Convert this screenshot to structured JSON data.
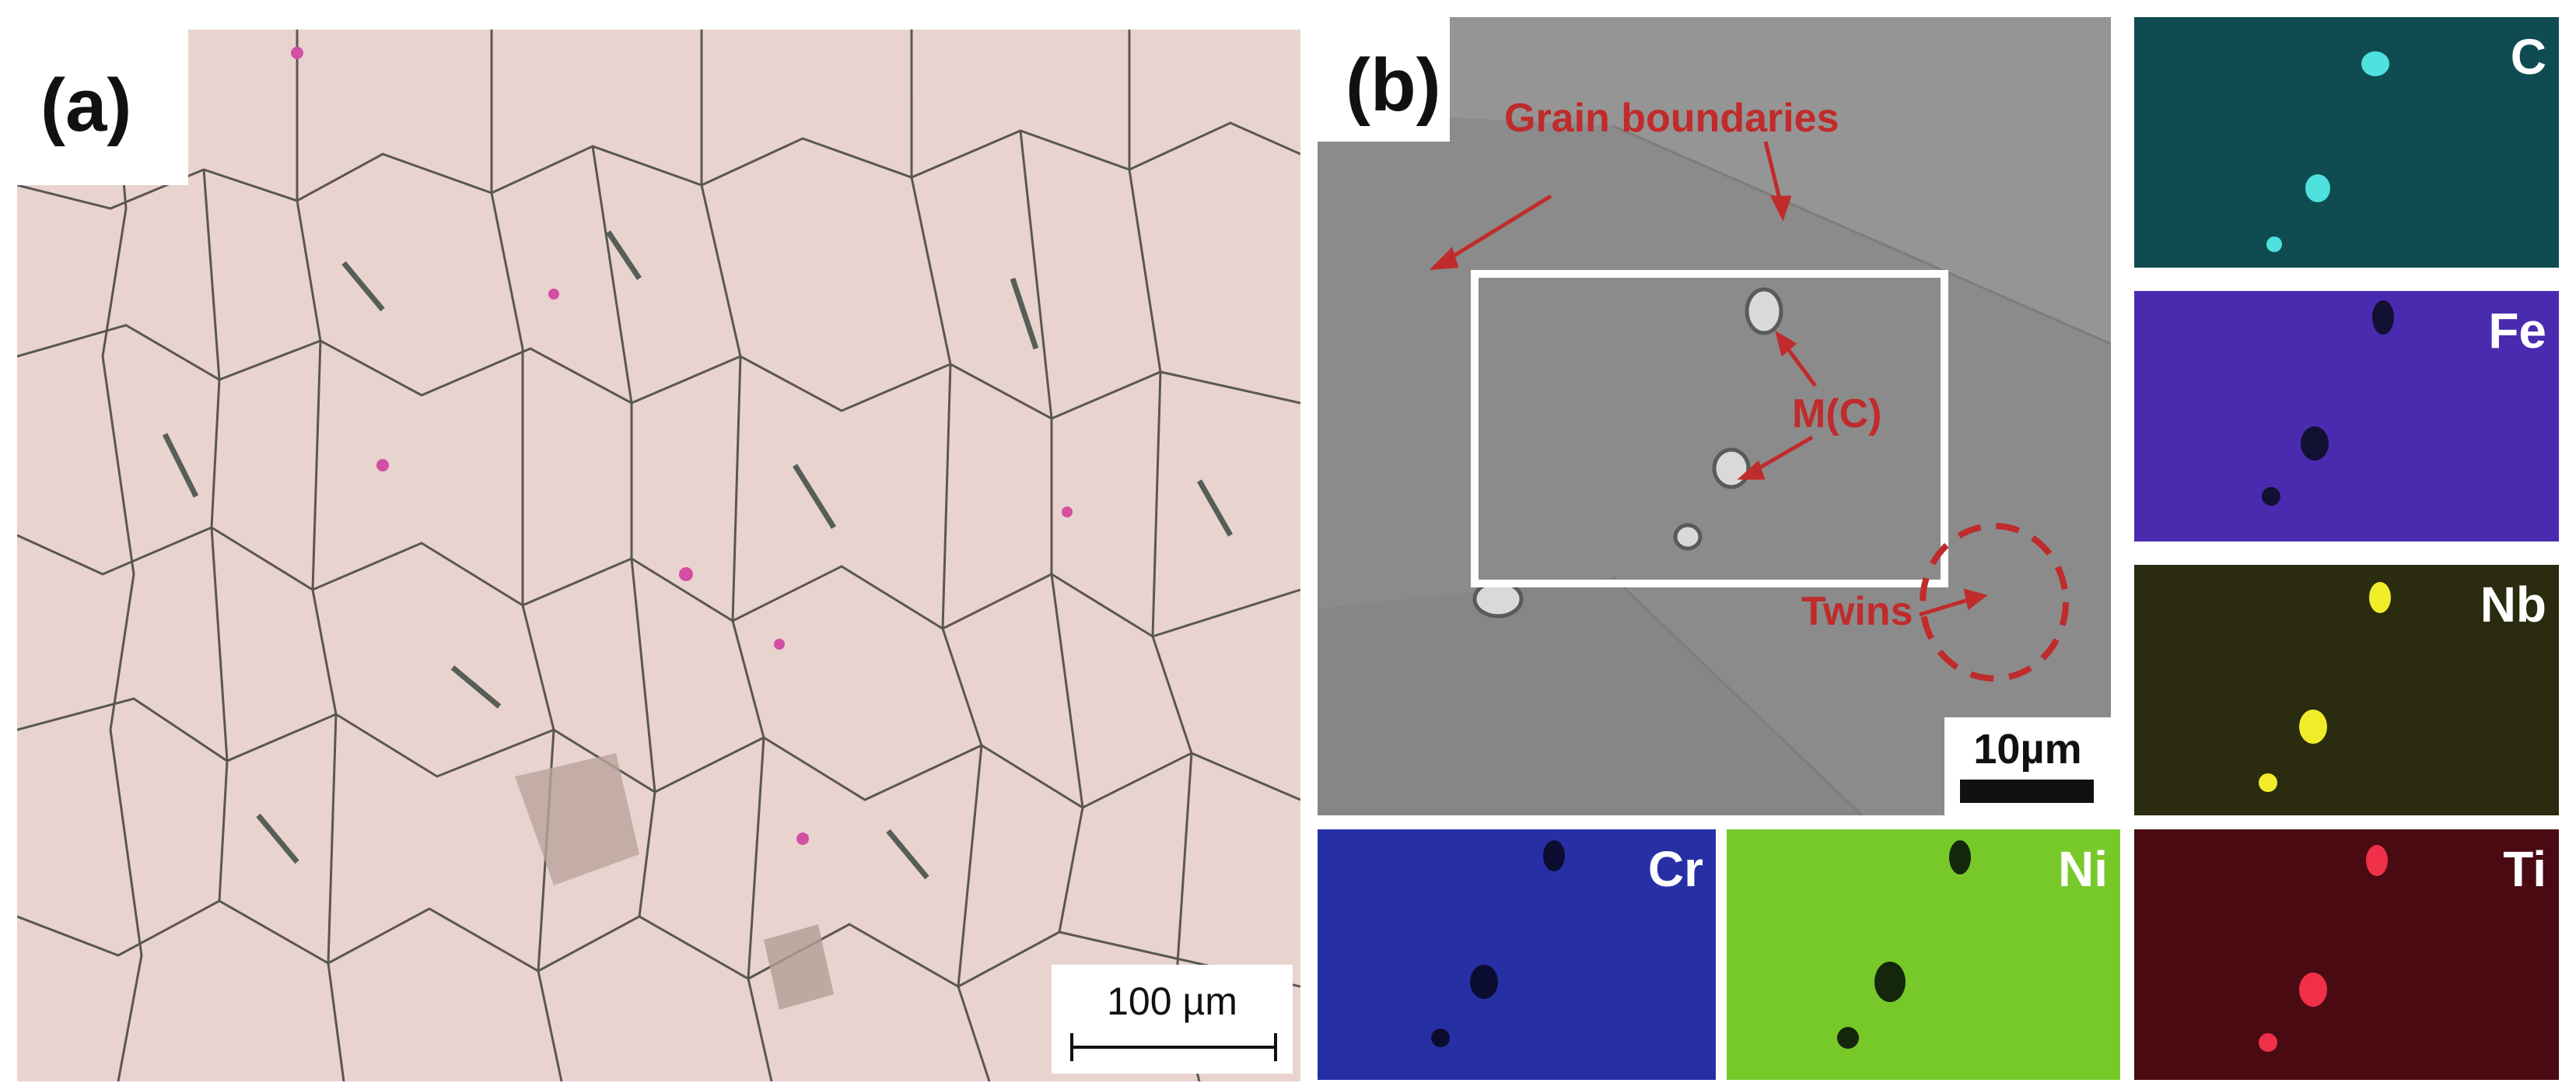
{
  "panel_a": {
    "label": "(a)",
    "scale_bar": "100 µm"
  },
  "panel_b": {
    "label": "(b)",
    "annotations": {
      "grain_boundaries": "Grain boundaries",
      "carbides": "M(C)",
      "twins": "Twins"
    },
    "scale_bar": "10µm"
  },
  "eds_maps": [
    {
      "element": "C",
      "color": "#38c6c2"
    },
    {
      "element": "Fe",
      "color": "#6a3fd0"
    },
    {
      "element": "Nb",
      "color": "#c9c420"
    },
    {
      "element": "Cr",
      "color": "#3840c8"
    },
    {
      "element": "Ni",
      "color": "#8fdc35"
    },
    {
      "element": "Ti",
      "color": "#d7283e"
    }
  ],
  "colors": {
    "annotation": "#c02b2b",
    "micrograph_matrix": "#e9d3cf",
    "sem_matrix": "#8d8d8d"
  }
}
